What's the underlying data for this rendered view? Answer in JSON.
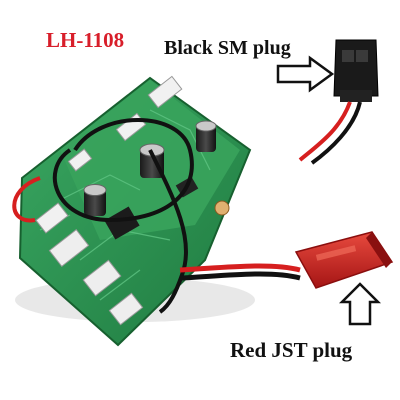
{
  "labels": {
    "model": "LH-1108",
    "black_plug": "Black SM plug",
    "red_plug": "Red JST plug"
  },
  "colors": {
    "model_text": "#d81e2a",
    "label_text": "#111111",
    "pcb": "#2f9a55",
    "red_housing": "#cc1f1f",
    "black_housing": "#1a1a1a"
  },
  "icons": {
    "black_plug_pointer": "arrow-right-icon",
    "red_plug_pointer": "arrow-up-icon"
  }
}
